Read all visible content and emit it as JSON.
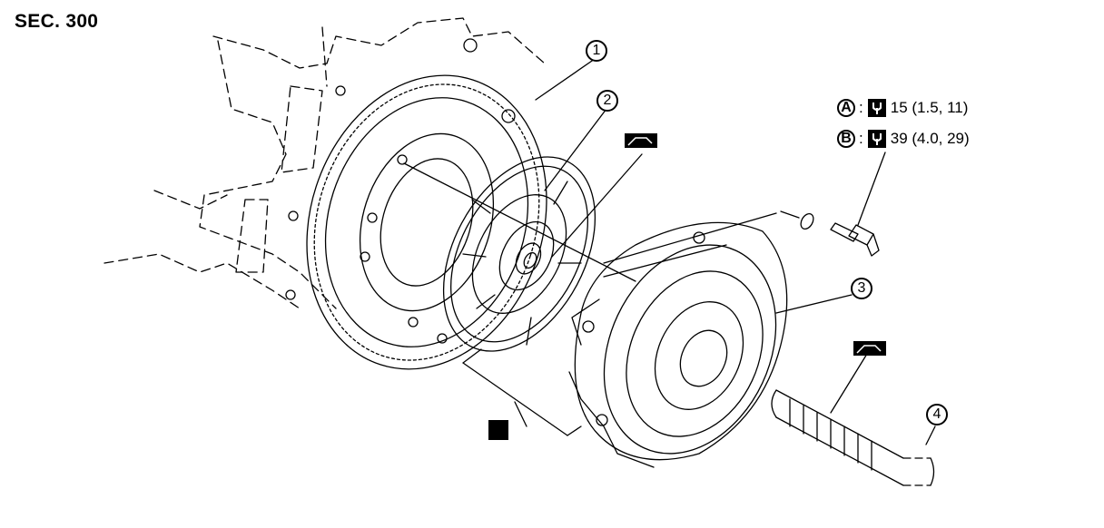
{
  "header": {
    "section": "SEC. 300"
  },
  "torque_specs": [
    {
      "letter": "A",
      "sep": ":",
      "value": "15 (1.5, 11)",
      "icon": "torque-wrench-icon"
    },
    {
      "letter": "B",
      "sep": ":",
      "value": "39 (4.0, 29)",
      "icon": "torque-wrench-icon"
    }
  ],
  "callouts": [
    {
      "number": "1"
    },
    {
      "number": "2"
    },
    {
      "number": "3"
    },
    {
      "number": "4"
    }
  ],
  "symbols": {
    "grease_icon": "grease-application-icon",
    "tighten_marker": "solid-square-symbol"
  }
}
